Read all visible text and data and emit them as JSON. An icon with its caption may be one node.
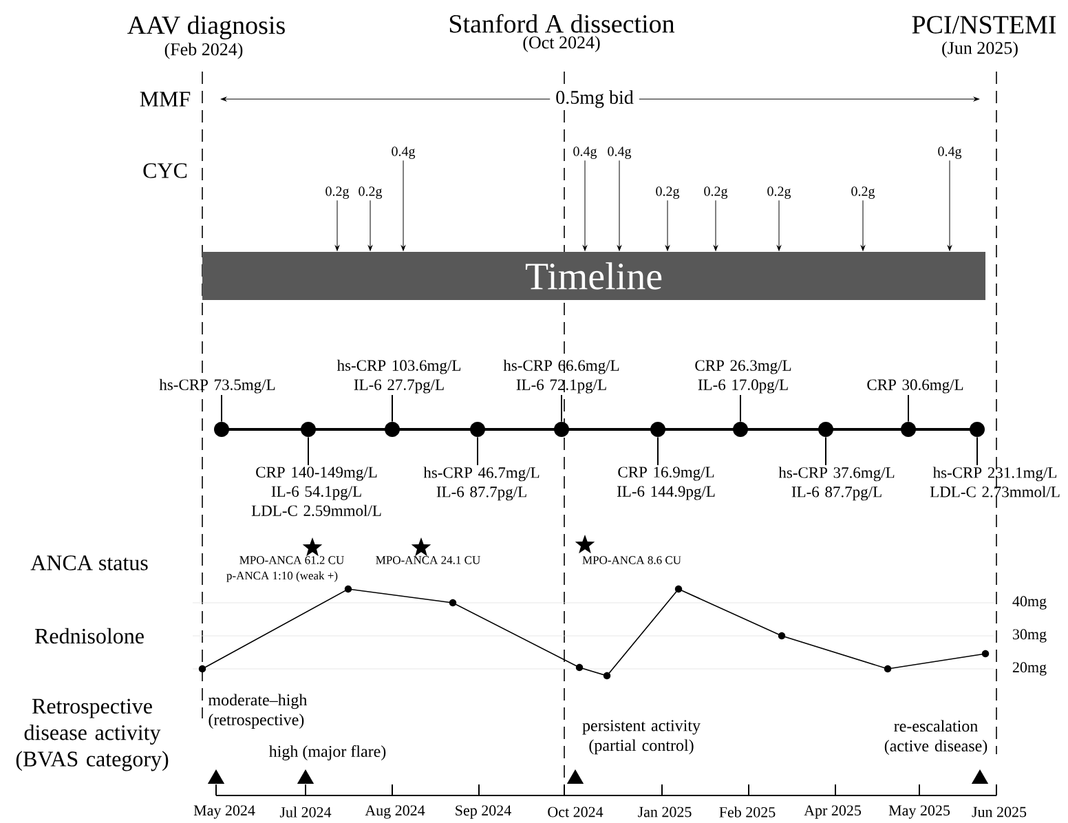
{
  "diagram": {
    "nodes": [
      {
        "text": [
          "Timeline"
        ]
      },
      {
        "text": [
          "0.2g"
        ]
      },
      {
        "text": [
          "0.2g"
        ]
      },
      {
        "text": [
          "0.4g"
        ]
      },
      {
        "text": [
          "0.4g"
        ]
      },
      {
        "text": [
          "0.4g"
        ]
      },
      {
        "text": [
          "0.2g"
        ]
      },
      {
        "text": [
          "0.2g"
        ]
      },
      {
        "text": [
          "0.2g"
        ]
      },
      {
        "text": [
          "0.2g"
        ]
      },
      {
        "text": [
          "0.4g"
        ]
      },
      {
        "text": [
          "hs-CRP 73.5mg/L"
        ]
      },
      {
        "text": [
          "CRP 140-149mg/L IL-6 54.1pg/L LDL-C 2.59mmol/L"
        ]
      },
      {
        "text": [
          "hs-CRP 103.6mg/L IL-6 27.7pg/L"
        ]
      },
      {
        "text": [
          "hs-CRP 46.7mg/L IL-6 87.7pg/L"
        ]
      },
      {
        "text": [
          "hs-CRP 66.6mg/L IL-6 72.1pg/L"
        ]
      },
      {
        "text": [
          "CRP 16.9mg/L IL-6 144.9pg/L"
        ]
      },
      {
        "text": [
          "CRP 26.3mg/L IL-6 17.0pg/L"
        ]
      },
      {
        "text": [
          "hs-CRP 37.6mg/L IL-6 87.7pg/L"
        ]
      },
      {
        "text": [
          "CRP 30.6mg/L"
        ]
      },
      {
        "text": [
          "hs-CRP 231.1mg/L LDL-C 2.73mmol/L"
        ]
      },
      {
        "text": [],
        "shape": "circle"
      },
      {
        "text": [],
        "shape": "circle"
      },
      {
        "text": [],
        "shape": "circle"
      },
      {
        "text": [],
        "shape": "circle"
      },
      {
        "text": [],
        "shape": "circle"
      },
      {
        "text": [],
        "shape": "circle"
      },
      {
        "text": [],
        "shape": "circle"
      },
      {
        "text": [],
        "shape": "circle"
      },
      {
        "text": [],
        "shape": "circle"
      },
      {
        "text": [],
        "shape": "circle"
      }
    ],
    "edges": [
      {
        "from": 1,
        "to": 0,
        "arrow": "to"
      },
      {
        "from": 2,
        "to": 0,
        "arrow": "to"
      },
      {
        "from": 3,
        "to": 0,
        "arrow": "to"
      },
      {
        "from": 4,
        "to": 0,
        "arrow": "to"
      },
      {
        "from": 5,
        "to": 0,
        "arrow": "to"
      },
      {
        "from": 6,
        "to": 0,
        "arrow": "to"
      },
      {
        "from": 7,
        "to": 0,
        "arrow": "to"
      },
      {
        "from": 8,
        "to": 0,
        "arrow": "to"
      },
      {
        "from": 9,
        "to": 0,
        "arrow": "to"
      },
      {
        "from": 10,
        "to": 0,
        "arrow": "to"
      },
      {
        "from": 11,
        "to": 21,
        "arrow": "none"
      },
      {
        "from": 12,
        "to": 22,
        "arrow": "none"
      },
      {
        "from": 13,
        "to": 23,
        "arrow": "none"
      },
      {
        "from": 14,
        "to": 24,
        "arrow": "none"
      },
      {
        "from": 15,
        "to": 25,
        "arrow": "none"
      },
      {
        "from": 16,
        "to": 26,
        "arrow": "none"
      },
      {
        "from": 17,
        "to": 27,
        "arrow": "none"
      },
      {
        "from": 18,
        "to": 28,
        "arrow": "none"
      },
      {
        "from": 19,
        "to": 29,
        "arrow": "none"
      },
      {
        "from": 20,
        "to": 30,
        "arrow": "none"
      }
    ],
    "labels": [
      "AAV diagnosis",
      "(Feb 2024)",
      "Stanford A dissection",
      "(Oct 2024)",
      "PCI/NSTEMI",
      "(Jun 2025)",
      "MMF",
      "0.5mg bid",
      "CYC",
      "ANCA status",
      "MPO-ANCA 61.2 CU",
      "p-ANCA 1:10 (weak +)",
      "MPO-ANCA 24.1 CU",
      "MPO-ANCA 8.6 CU",
      "Rednisolone",
      "40mg",
      "30mg",
      "20mg",
      "Retrospective disease activity (BVAS category)",
      "moderate–high (retrospective)",
      "high (major flare)",
      "persistent activity (partial control)",
      "re-escalation (active disease)",
      "May 2024",
      "Jul 2024",
      "Aug 2024",
      "Sep 2024",
      "Oct 2024",
      "Jan 2025",
      "Feb 2025",
      "Apr 2025",
      "May 2025",
      "Jun 2025"
    ]
  }
}
